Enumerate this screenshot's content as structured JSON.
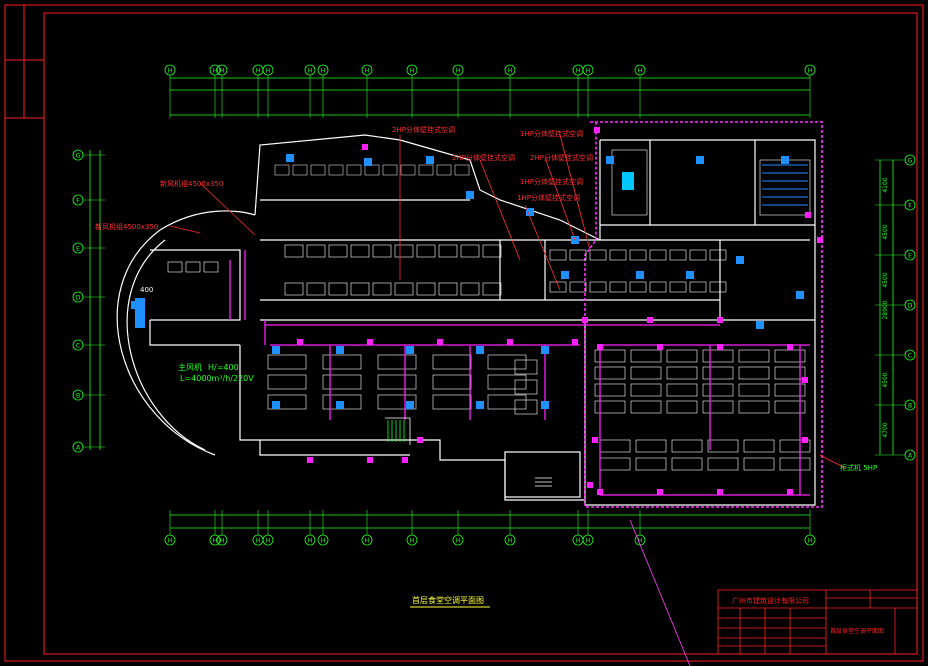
{
  "drawing": {
    "title": "首层食堂空调平面图",
    "colors": {
      "background": "#000000",
      "frame": "#ff2020",
      "wall": "#ffffff",
      "grid_axis": "#20ff20",
      "duct": "#ff20ff",
      "unit": "#1e90ff",
      "note": "#ff3030",
      "note_green": "#20ff20",
      "cloud": "#ff30ff",
      "title_block": "#ff2020"
    },
    "grid_top_labels": [
      "H",
      "H",
      "H",
      "H",
      "H",
      "H",
      "H",
      "H",
      "H",
      "H",
      "H",
      "H",
      "H",
      "H",
      "H"
    ],
    "grid_bottom_labels": [
      "H",
      "H",
      "H",
      "H",
      "H",
      "H",
      "H",
      "H",
      "H",
      "H",
      "H",
      "H",
      "H",
      "H",
      "H"
    ],
    "grid_left_labels": [
      "G",
      "F",
      "E",
      "D",
      "C",
      "B",
      "A"
    ],
    "grid_right_labels": [
      "G",
      "F",
      "E",
      "D",
      "C",
      "B",
      "A"
    ],
    "right_dims": [
      "4100",
      "4500",
      "4500",
      "28900",
      "4500",
      "4700"
    ],
    "notes": {
      "red_left_1": "新风机组4500x350",
      "red_left_2": "新风机组4500x350",
      "upper_1": "2HP分体壁挂式空调",
      "upper_2": "2HP分体壁挂式空调",
      "upper_3": "1HP分体壁挂式空调",
      "upper_4": "2HP分体壁挂式空调",
      "upper_5": "1HP分体壁挂式空调",
      "upper_6": "1HP分体壁挂式空调",
      "green_mid_1": "主风机",
      "green_mid_2": "H/=400",
      "green_mid_3": "L=4000m³/h/220V",
      "right_unit": "柜式机 5HP",
      "left_400": "400"
    },
    "title_block": {
      "company": "广州市建筑设计有限公司",
      "sheet_title": "首层食堂空调平面图"
    }
  }
}
